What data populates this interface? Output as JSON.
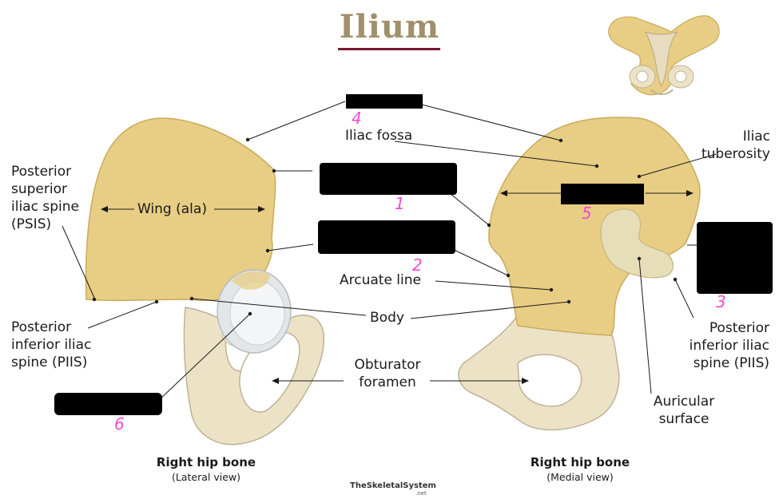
{
  "title": "Ilium",
  "labels": {
    "iliac_fossa": "Iliac fossa",
    "iliac_tuberosity": "Iliac\ntuberosity",
    "psis": "Posterior\nsuperior\niliac spine\n(PSIS)",
    "wing": "Wing (ala)",
    "arcuate_line": "Arcuate line",
    "body": "Body",
    "piis_left": "Posterior\ninferior iliac\nspine (PIIS)",
    "piis_right": "Posterior\ninferior iliac\nspine (PIIS)",
    "obturator": "Obturator\nforamen",
    "auricular": "Auricular\nsurface"
  },
  "numbers": {
    "n1": "1",
    "n2": "2",
    "n3": "3",
    "n4": "4",
    "n5": "5",
    "n6": "6"
  },
  "captions": {
    "left_main": "Right hip bone",
    "left_sub": "(Lateral view)",
    "right_main": "Right hip bone",
    "right_sub": "(Medial view)"
  },
  "brand": "TheSkeletalSystem",
  "brand_sub": ".net",
  "colors": {
    "ilium": "#e8cd84",
    "ilium_edge": "#c9ab5c",
    "bone": "#ece3c7",
    "bone_edge": "#bfb295",
    "cartilage": "#e3e6e8",
    "highlight": "#ee4dd0",
    "title": "#a0906b",
    "underline": "#7a1830"
  }
}
